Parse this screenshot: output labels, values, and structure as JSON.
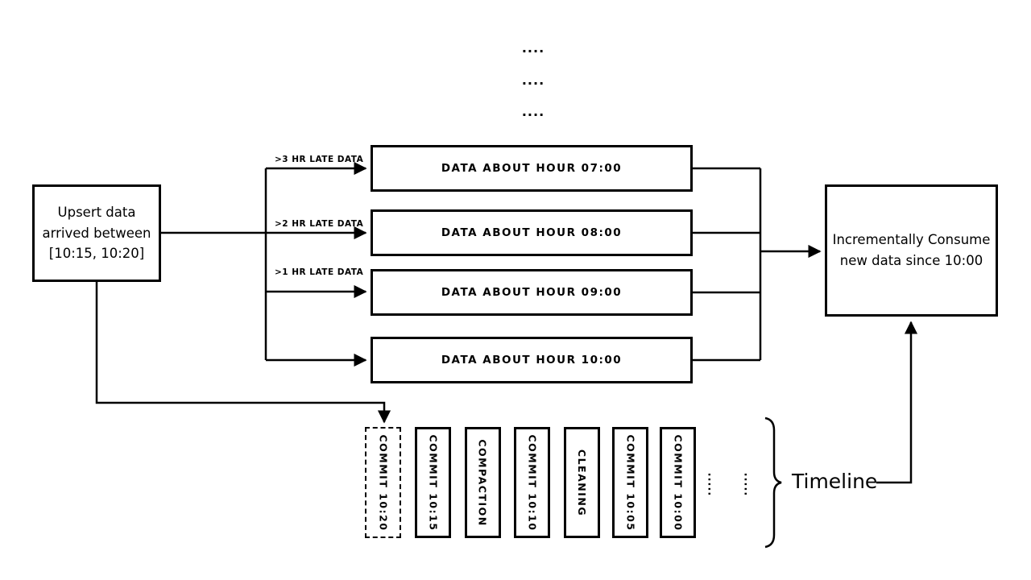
{
  "top_dots": [
    "....",
    "....",
    "...."
  ],
  "upsert_box": {
    "line1": "Upsert data",
    "line2": "arrived between",
    "line3": "[10:15, 10:20]"
  },
  "late_labels": [
    ">3 HR LATE DATA",
    ">2 HR LATE DATA",
    ">1 HR LATE DATA"
  ],
  "data_boxes": [
    "DATA ABOUT HOUR 07:00",
    "DATA ABOUT HOUR 08:00",
    "DATA ABOUT HOUR 09:00",
    "DATA ABOUT HOUR 10:00"
  ],
  "consume_box": {
    "line1": "Incrementally Consume",
    "line2": "new data since 10:00"
  },
  "timeline": {
    "items": [
      {
        "label": "COMMIT 10:20",
        "style": "dashed"
      },
      {
        "label": "COMMIT 10:15",
        "style": "solid"
      },
      {
        "label": "COMPACTION",
        "style": "solid"
      },
      {
        "label": "COMMIT 10:10",
        "style": "solid"
      },
      {
        "label": "CLEANING",
        "style": "solid"
      },
      {
        "label": "COMMIT 10:05",
        "style": "solid"
      },
      {
        "label": "COMMIT 10:00",
        "style": "solid"
      }
    ],
    "trailing_dots": [
      ".....",
      "....."
    ],
    "brace_label": "Timeline"
  },
  "colors": {
    "ink": "#000000",
    "background": "#ffffff"
  }
}
